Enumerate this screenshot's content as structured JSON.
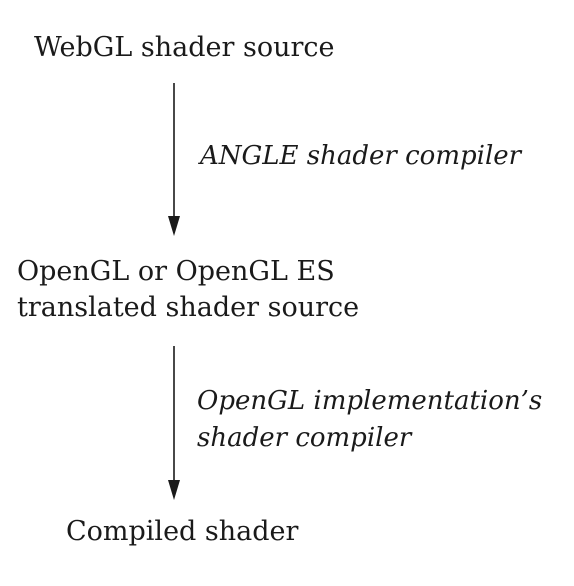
{
  "diagram": {
    "nodes": [
      {
        "id": "webgl-source",
        "lines": [
          "WebGL shader source"
        ]
      },
      {
        "id": "translated-source",
        "lines": [
          "OpenGL or OpenGL ES",
          "translated shader source"
        ]
      },
      {
        "id": "compiled",
        "lines": [
          "Compiled shader"
        ]
      }
    ],
    "edges": [
      {
        "from": "webgl-source",
        "to": "translated-source",
        "lines": [
          "ANGLE shader compiler"
        ]
      },
      {
        "from": "translated-source",
        "to": "compiled",
        "lines": [
          "OpenGL implementation’s",
          "shader compiler"
        ]
      }
    ],
    "colors": {
      "text": "#1a1a1a",
      "arrow": "#1a1a1a",
      "background": "#ffffff"
    }
  }
}
